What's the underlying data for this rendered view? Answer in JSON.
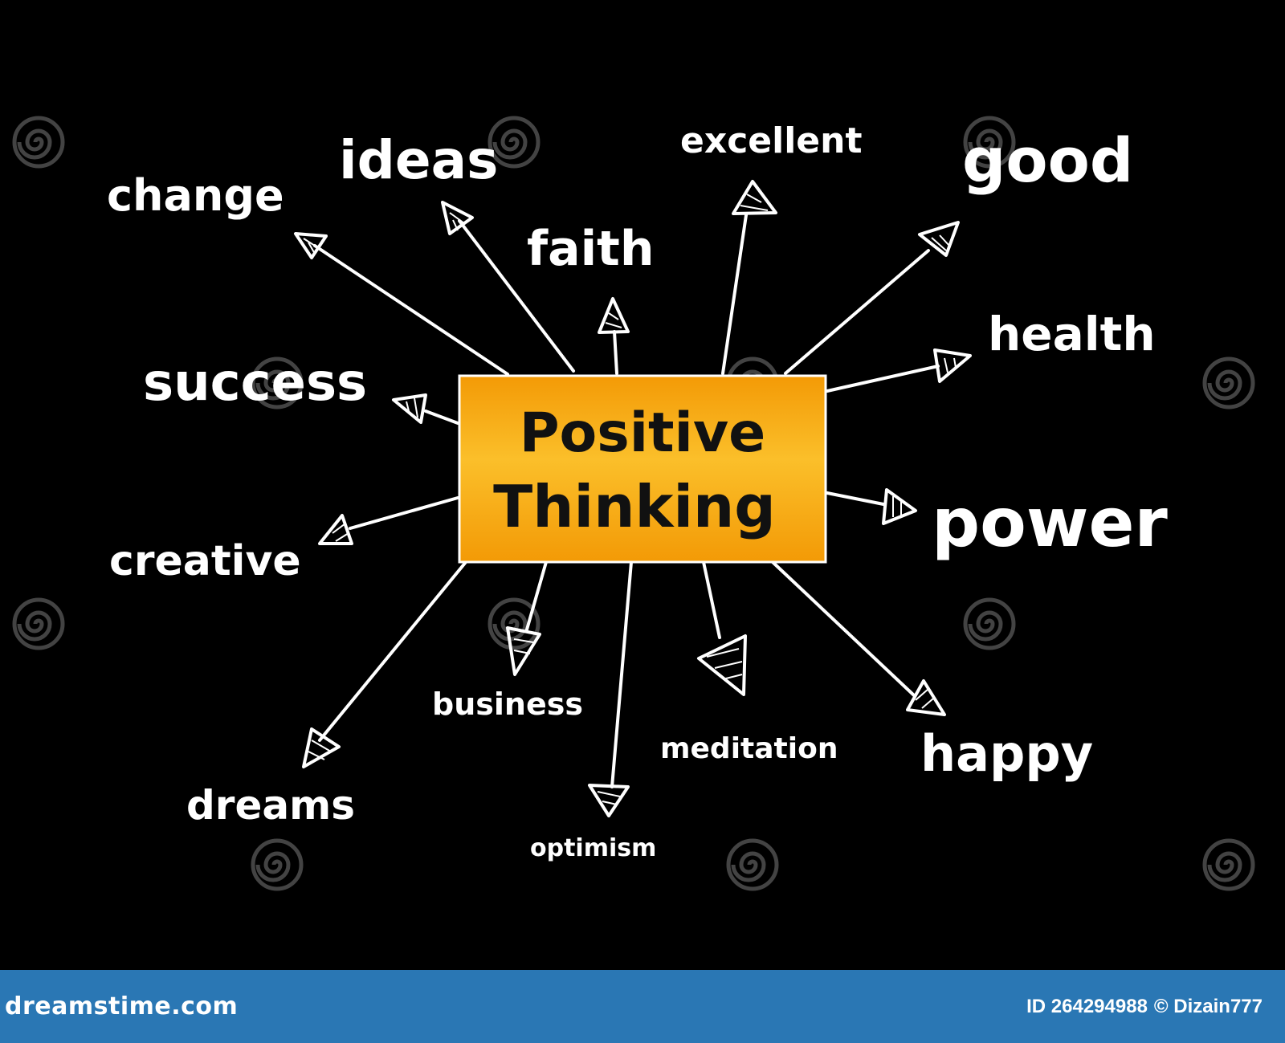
{
  "center": {
    "line1": "Positive",
    "line2": "Thinking",
    "color": "#f9a50c"
  },
  "words": {
    "change": "change",
    "ideas": "ideas",
    "faith": "faith",
    "excellent": "excellent",
    "good": "good",
    "health": "health",
    "success": "success",
    "power": "power",
    "creative": "creative",
    "business": "business",
    "meditation": "meditation",
    "happy": "happy",
    "dreams": "dreams",
    "optimism": "optimism"
  },
  "watermark": {
    "text": "dreamstime"
  },
  "footer": {
    "site": "dreamstime.com",
    "id_label": "ID 264294988",
    "credit": "© Dizain777",
    "color": "#2a77b4"
  }
}
